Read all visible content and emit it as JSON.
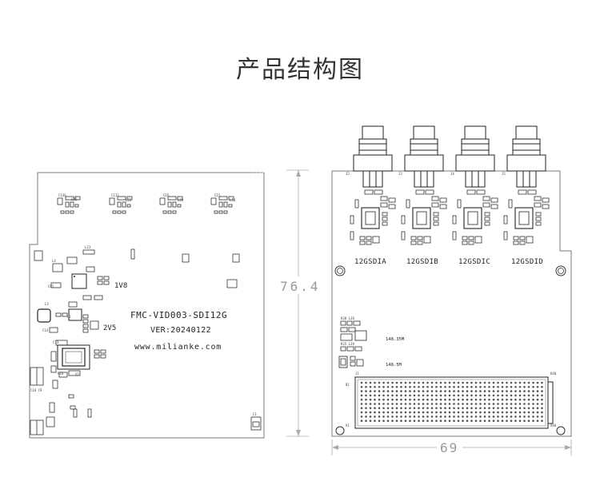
{
  "title": "产品结构图",
  "front_board": {
    "labels": {
      "v1_8": "1V8",
      "v2_5": "2V5",
      "model": "FMC-VID003-SDI12G",
      "version": "VER:20240122",
      "website": "www.milianke.com"
    }
  },
  "back_board": {
    "connectors": [
      {
        "ref": "J2",
        "label": "12GSDIA"
      },
      {
        "ref": "J3",
        "label": "12GSDIB"
      },
      {
        "ref": "J4",
        "label": "12GSDIC"
      },
      {
        "ref": "J5",
        "label": "12GSDID"
      }
    ],
    "osc_1": "148.35M",
    "osc_2": "148.5M",
    "fmc_ref": "J1"
  },
  "dimensions": {
    "height": "76.4",
    "width": "69"
  }
}
